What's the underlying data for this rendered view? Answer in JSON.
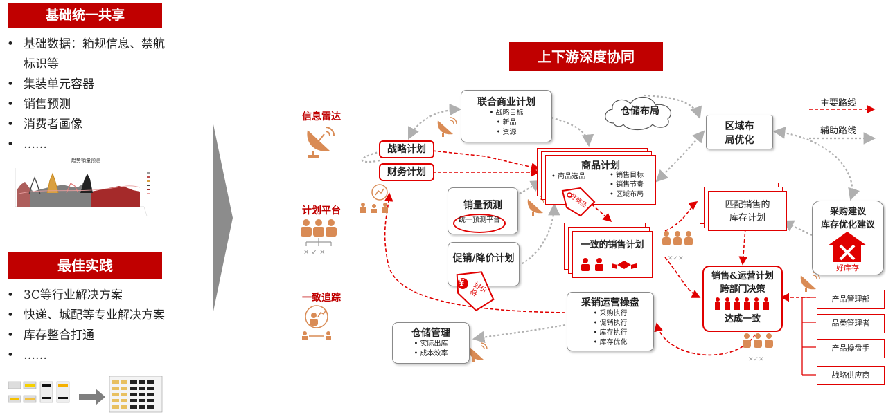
{
  "left_panel": {
    "shared_header": "基础统一共享",
    "shared_items": [
      "基础数据：箱规信息、禁航标识等",
      "集装单元容器",
      "销售预测",
      "消费者画像",
      "……"
    ],
    "chart_thumb_title": "趋势销量预测",
    "practice_header": "最佳实践",
    "practice_items": [
      "3C等行业解决方案",
      "快递、城配等专业解决方案",
      "库存整合打通",
      "……"
    ]
  },
  "diagram": {
    "main_title": "上下游深度协同",
    "side_labels": {
      "info_radar": "信息雷达",
      "plan_platform": "计划平台",
      "tracking": "一致追踪"
    },
    "legend": {
      "main_route": "主要路线",
      "aux_route": "辅助路线"
    },
    "joint_plan": {
      "title": "联合商业计划",
      "items": [
        "战略目标",
        "新品",
        "资源"
      ]
    },
    "warehouse_layout": "仓储布局",
    "region_opt": {
      "line1": "区域布",
      "line2": "局优化"
    },
    "strategy_plan": "战略计划",
    "finance_plan": "财务计划",
    "product_plan": {
      "title": "商品计划",
      "left_item": "商品选品",
      "right_items": [
        "销售目标",
        "销售节奏",
        "区域布局"
      ],
      "tag": "好商品"
    },
    "sales_forecast": {
      "title": "销量预测",
      "sub": "统一预测平台"
    },
    "promo": {
      "title": "促销/降价计划",
      "tag": "好价格",
      "yen": "¥"
    },
    "consistent_plan": "一致的销售计划",
    "match_plan": {
      "line1": "匹配销售的",
      "line2": "库存计划"
    },
    "purchase_advice": {
      "line1": "采购建议",
      "line2": "库存优化建议",
      "brand": "好库存"
    },
    "sop": {
      "line1": "销售&运营计划",
      "line2": "跨部门决策",
      "line3": "达成一致"
    },
    "ops": {
      "title": "采销运营操盘",
      "items": [
        "采购执行",
        "促销执行",
        "库存执行",
        "库存优化"
      ]
    },
    "warehouse_mgmt": {
      "title": "仓储管理",
      "items": [
        "实际出库",
        "成本效率"
      ]
    },
    "roles": [
      "产品管理部",
      "品类管理者",
      "产品操盘手",
      "战略供应商"
    ]
  },
  "colors": {
    "brand_red": "#c00000",
    "line_red": "#e00000",
    "icon_orange": "#d98b55",
    "grey": "#8a8a8a"
  }
}
